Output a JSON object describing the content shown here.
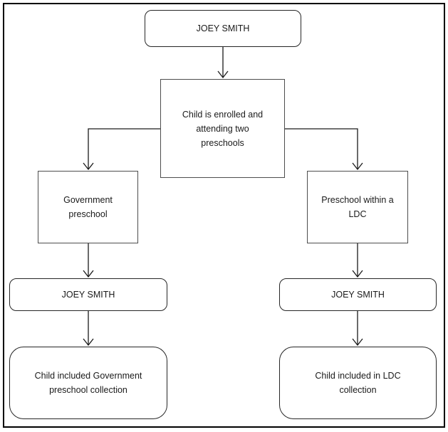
{
  "diagram": {
    "type": "flowchart",
    "nodes": {
      "top_person": {
        "label": "JOEY SMITH",
        "shape": "rounded-rect"
      },
      "condition": {
        "label": "Child is enrolled and attending two preschools",
        "shape": "rect"
      },
      "gov_preschool": {
        "label": "Government preschool",
        "shape": "rect"
      },
      "ldc_preschool": {
        "label": "Preschool within a LDC",
        "shape": "rect"
      },
      "left_person": {
        "label": "JOEY SMITH",
        "shape": "rounded-rect"
      },
      "right_person": {
        "label": "JOEY SMITH",
        "shape": "rounded-rect"
      },
      "left_result": {
        "label": "Child included Government preschool collection",
        "shape": "rounded-rect"
      },
      "right_result": {
        "label": "Child included in LDC collection",
        "shape": "rounded-rect"
      }
    },
    "edges": [
      {
        "from": "top_person",
        "to": "condition"
      },
      {
        "from": "condition",
        "to": "gov_preschool"
      },
      {
        "from": "condition",
        "to": "ldc_preschool"
      },
      {
        "from": "gov_preschool",
        "to": "left_person"
      },
      {
        "from": "left_person",
        "to": "left_result"
      },
      {
        "from": "ldc_preschool",
        "to": "right_person"
      },
      {
        "from": "right_person",
        "to": "right_result"
      }
    ],
    "colors": {
      "background": "#ffffff",
      "outer_border": "#000000",
      "line": "#1a1a1a",
      "square_box_border": "#4d4d4d",
      "rounded_box_border": "#262626",
      "text": "#1a1a1a"
    }
  }
}
